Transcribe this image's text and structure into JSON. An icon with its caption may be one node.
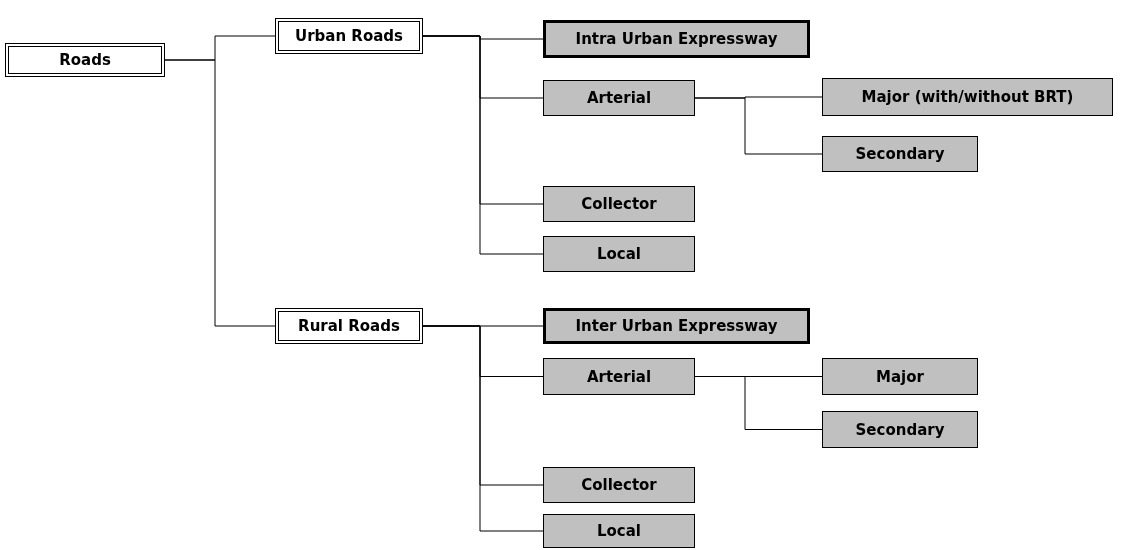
{
  "diagram": {
    "nodes": [
      {
        "text": [
          "Roads"
        ]
      },
      {
        "text": [
          "Urban Roads"
        ]
      },
      {
        "text": [
          "Intra Urban Expressway"
        ]
      },
      {
        "text": [
          "Arterial"
        ]
      },
      {
        "text": [
          "Major (with/without BRT)"
        ]
      },
      {
        "text": [
          "Secondary"
        ]
      },
      {
        "text": [
          "Collector"
        ]
      },
      {
        "text": [
          "Local"
        ]
      },
      {
        "text": [
          "Rural Roads"
        ]
      },
      {
        "text": [
          "Inter Urban Expressway"
        ]
      },
      {
        "text": [
          "Arterial"
        ]
      },
      {
        "text": [
          "Major"
        ]
      },
      {
        "text": [
          "Secondary"
        ]
      },
      {
        "text": [
          "Collector"
        ]
      },
      {
        "text": [
          "Local"
        ]
      }
    ],
    "edges": [
      {
        "from": 0,
        "to": 1,
        "arrow": "none"
      },
      {
        "from": 0,
        "to": 8,
        "arrow": "none"
      },
      {
        "from": 1,
        "to": 2,
        "arrow": "none"
      },
      {
        "from": 1,
        "to": 3,
        "arrow": "none"
      },
      {
        "from": 1,
        "to": 6,
        "arrow": "none"
      },
      {
        "from": 1,
        "to": 7,
        "arrow": "none"
      },
      {
        "from": 3,
        "to": 4,
        "arrow": "none"
      },
      {
        "from": 3,
        "to": 5,
        "arrow": "none"
      },
      {
        "from": 8,
        "to": 9,
        "arrow": "none"
      },
      {
        "from": 8,
        "to": 10,
        "arrow": "none"
      },
      {
        "from": 8,
        "to": 13,
        "arrow": "none"
      },
      {
        "from": 8,
        "to": 14,
        "arrow": "none"
      },
      {
        "from": 10,
        "to": 11,
        "arrow": "none"
      },
      {
        "from": 10,
        "to": 12,
        "arrow": "none"
      }
    ]
  }
}
